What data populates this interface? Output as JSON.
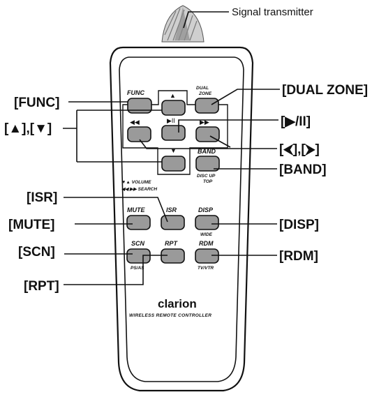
{
  "callouts": {
    "signal": "Signal transmitter",
    "func": "[FUNC]",
    "dual_zone": "[DUAL ZONE]",
    "up_down": "[▲],[▼]",
    "play_pause": "[▶/II]",
    "skip": "[⮜],[⮞]",
    "band": "[BAND]",
    "isr": "[ISR]",
    "mute": "[MUTE]",
    "disp": "[DISP]",
    "scn": "[SCN]",
    "rdm": "[RDM]",
    "rpt": "[RPT]"
  },
  "keys": {
    "func": "FUNC",
    "dual_zone_1": "DUAL",
    "dual_zone_2": "ZONE",
    "up": "▲",
    "down": "▼",
    "rew": "◀◀",
    "play": "▶II",
    "ff": "▶▶",
    "band": "BAND",
    "band_sub_1": "DISC UP",
    "band_sub_2": "TOP",
    "volume_legend": "▼▲ VOLUME",
    "search_legend": "◀◀ ▶▶ SEARCH",
    "mute": "MUTE",
    "isr": "ISR",
    "disp": "DISP",
    "disp_sub": "WIDE",
    "scn": "SCN",
    "scn_sub": "PS/AS",
    "rpt": "RPT",
    "rdm": "RDM",
    "rdm_sub": "TV/VTR"
  },
  "branding": {
    "brand": "clarion",
    "subtitle": "WIRELESS REMOTE CONTROLLER"
  }
}
